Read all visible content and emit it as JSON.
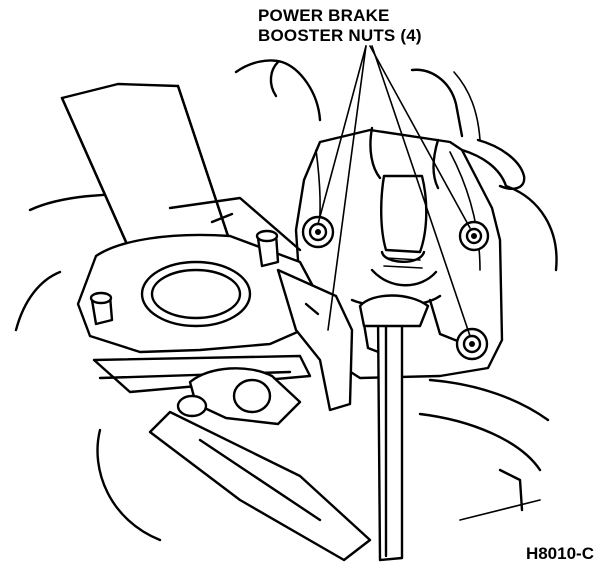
{
  "callout": {
    "line1": "POWER BRAKE",
    "line2": "BOOSTER NUTS (4)"
  },
  "figure_id": "H8010-C",
  "colors": {
    "ink": "#000000",
    "paper": "#ffffff"
  }
}
